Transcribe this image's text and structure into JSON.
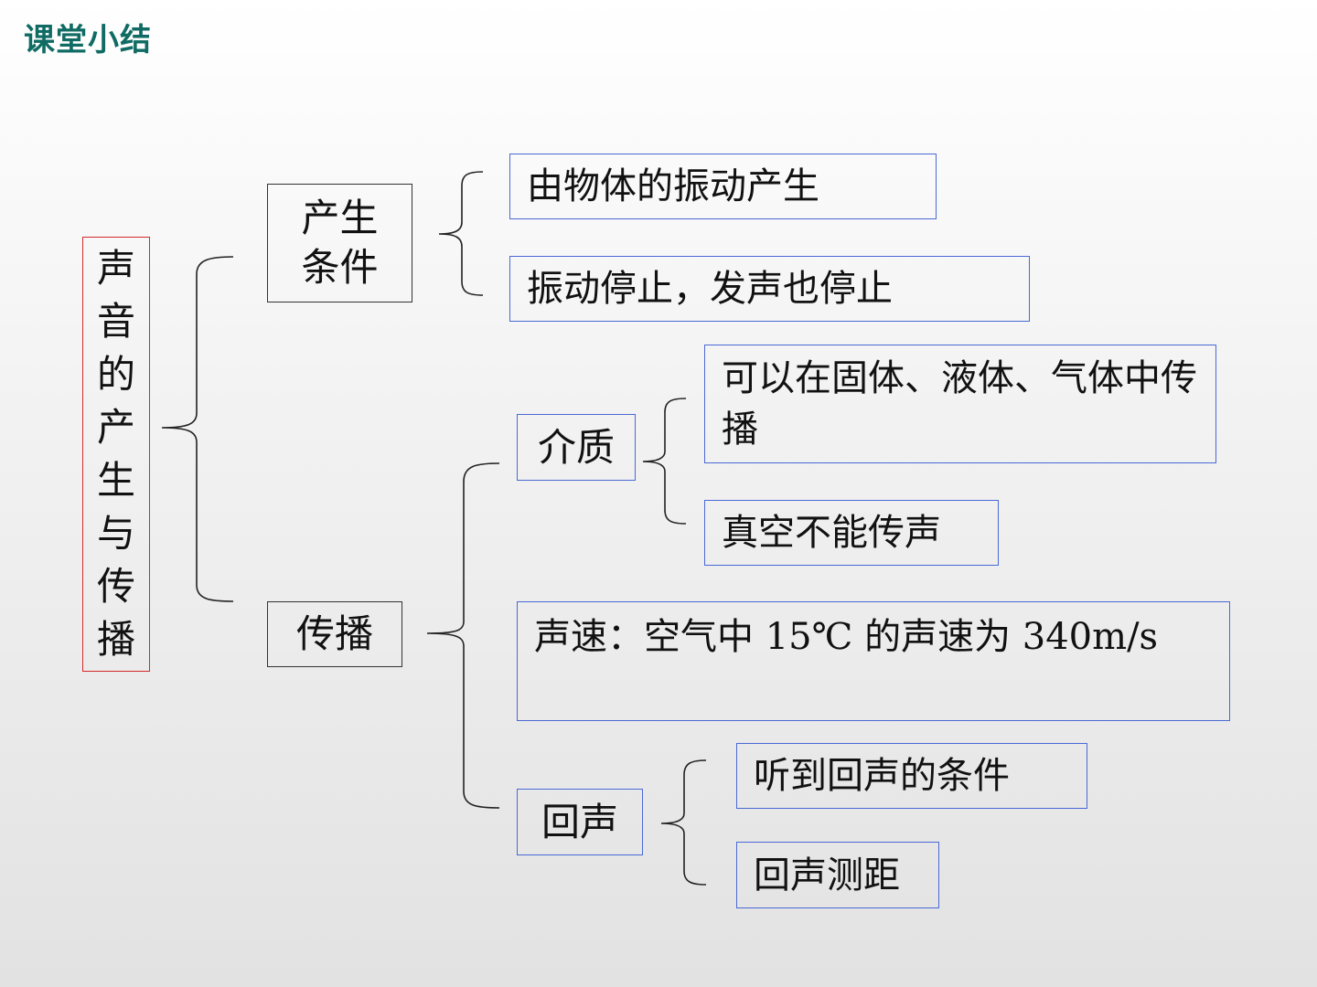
{
  "slide": {
    "title": "课堂小结"
  },
  "diagram": {
    "root": {
      "label": [
        "声",
        "音",
        "的",
        "产",
        "生",
        "与",
        "传",
        "播"
      ]
    },
    "production": {
      "label_line1": "产生",
      "label_line2": "条件",
      "items": [
        "由物体的振动产生",
        "振动停止，发声也停止"
      ]
    },
    "propagation": {
      "label": "传播",
      "medium": {
        "label": "介质",
        "items": [
          "可以在固体、液体、气体中传播",
          "真空不能传声"
        ]
      },
      "speed": "声速：空气中 15℃ 的声速为 340m/s",
      "echo": {
        "label": "回声",
        "items": [
          "听到回声的条件",
          "回声测距"
        ]
      }
    }
  }
}
